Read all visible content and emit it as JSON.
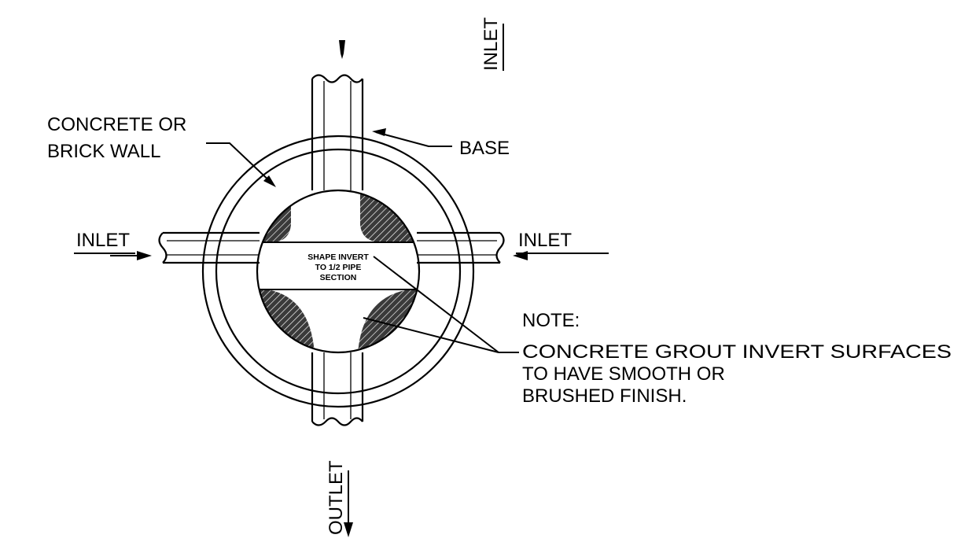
{
  "labels": {
    "wall_line1": "CONCRETE OR",
    "wall_line2": "BRICK WALL",
    "base": "BASE",
    "inlet_left": "INLET",
    "inlet_right": "INLET",
    "inlet_top": "INLET",
    "outlet": "OUTLET",
    "invert_line1": "SHAPE INVERT",
    "invert_line2": "TO 1/2 PIPE",
    "invert_line3": "SECTION",
    "note_title": "NOTE:",
    "note_line1": "CONCRETE GROUT INVERT SURFACES",
    "note_line2": "TO HAVE SMOOTH OR",
    "note_line3": "BRUSHED FINISH."
  },
  "colors": {
    "ink": "#000000",
    "hatch": "#3a3a3a",
    "paper": "#ffffff"
  }
}
